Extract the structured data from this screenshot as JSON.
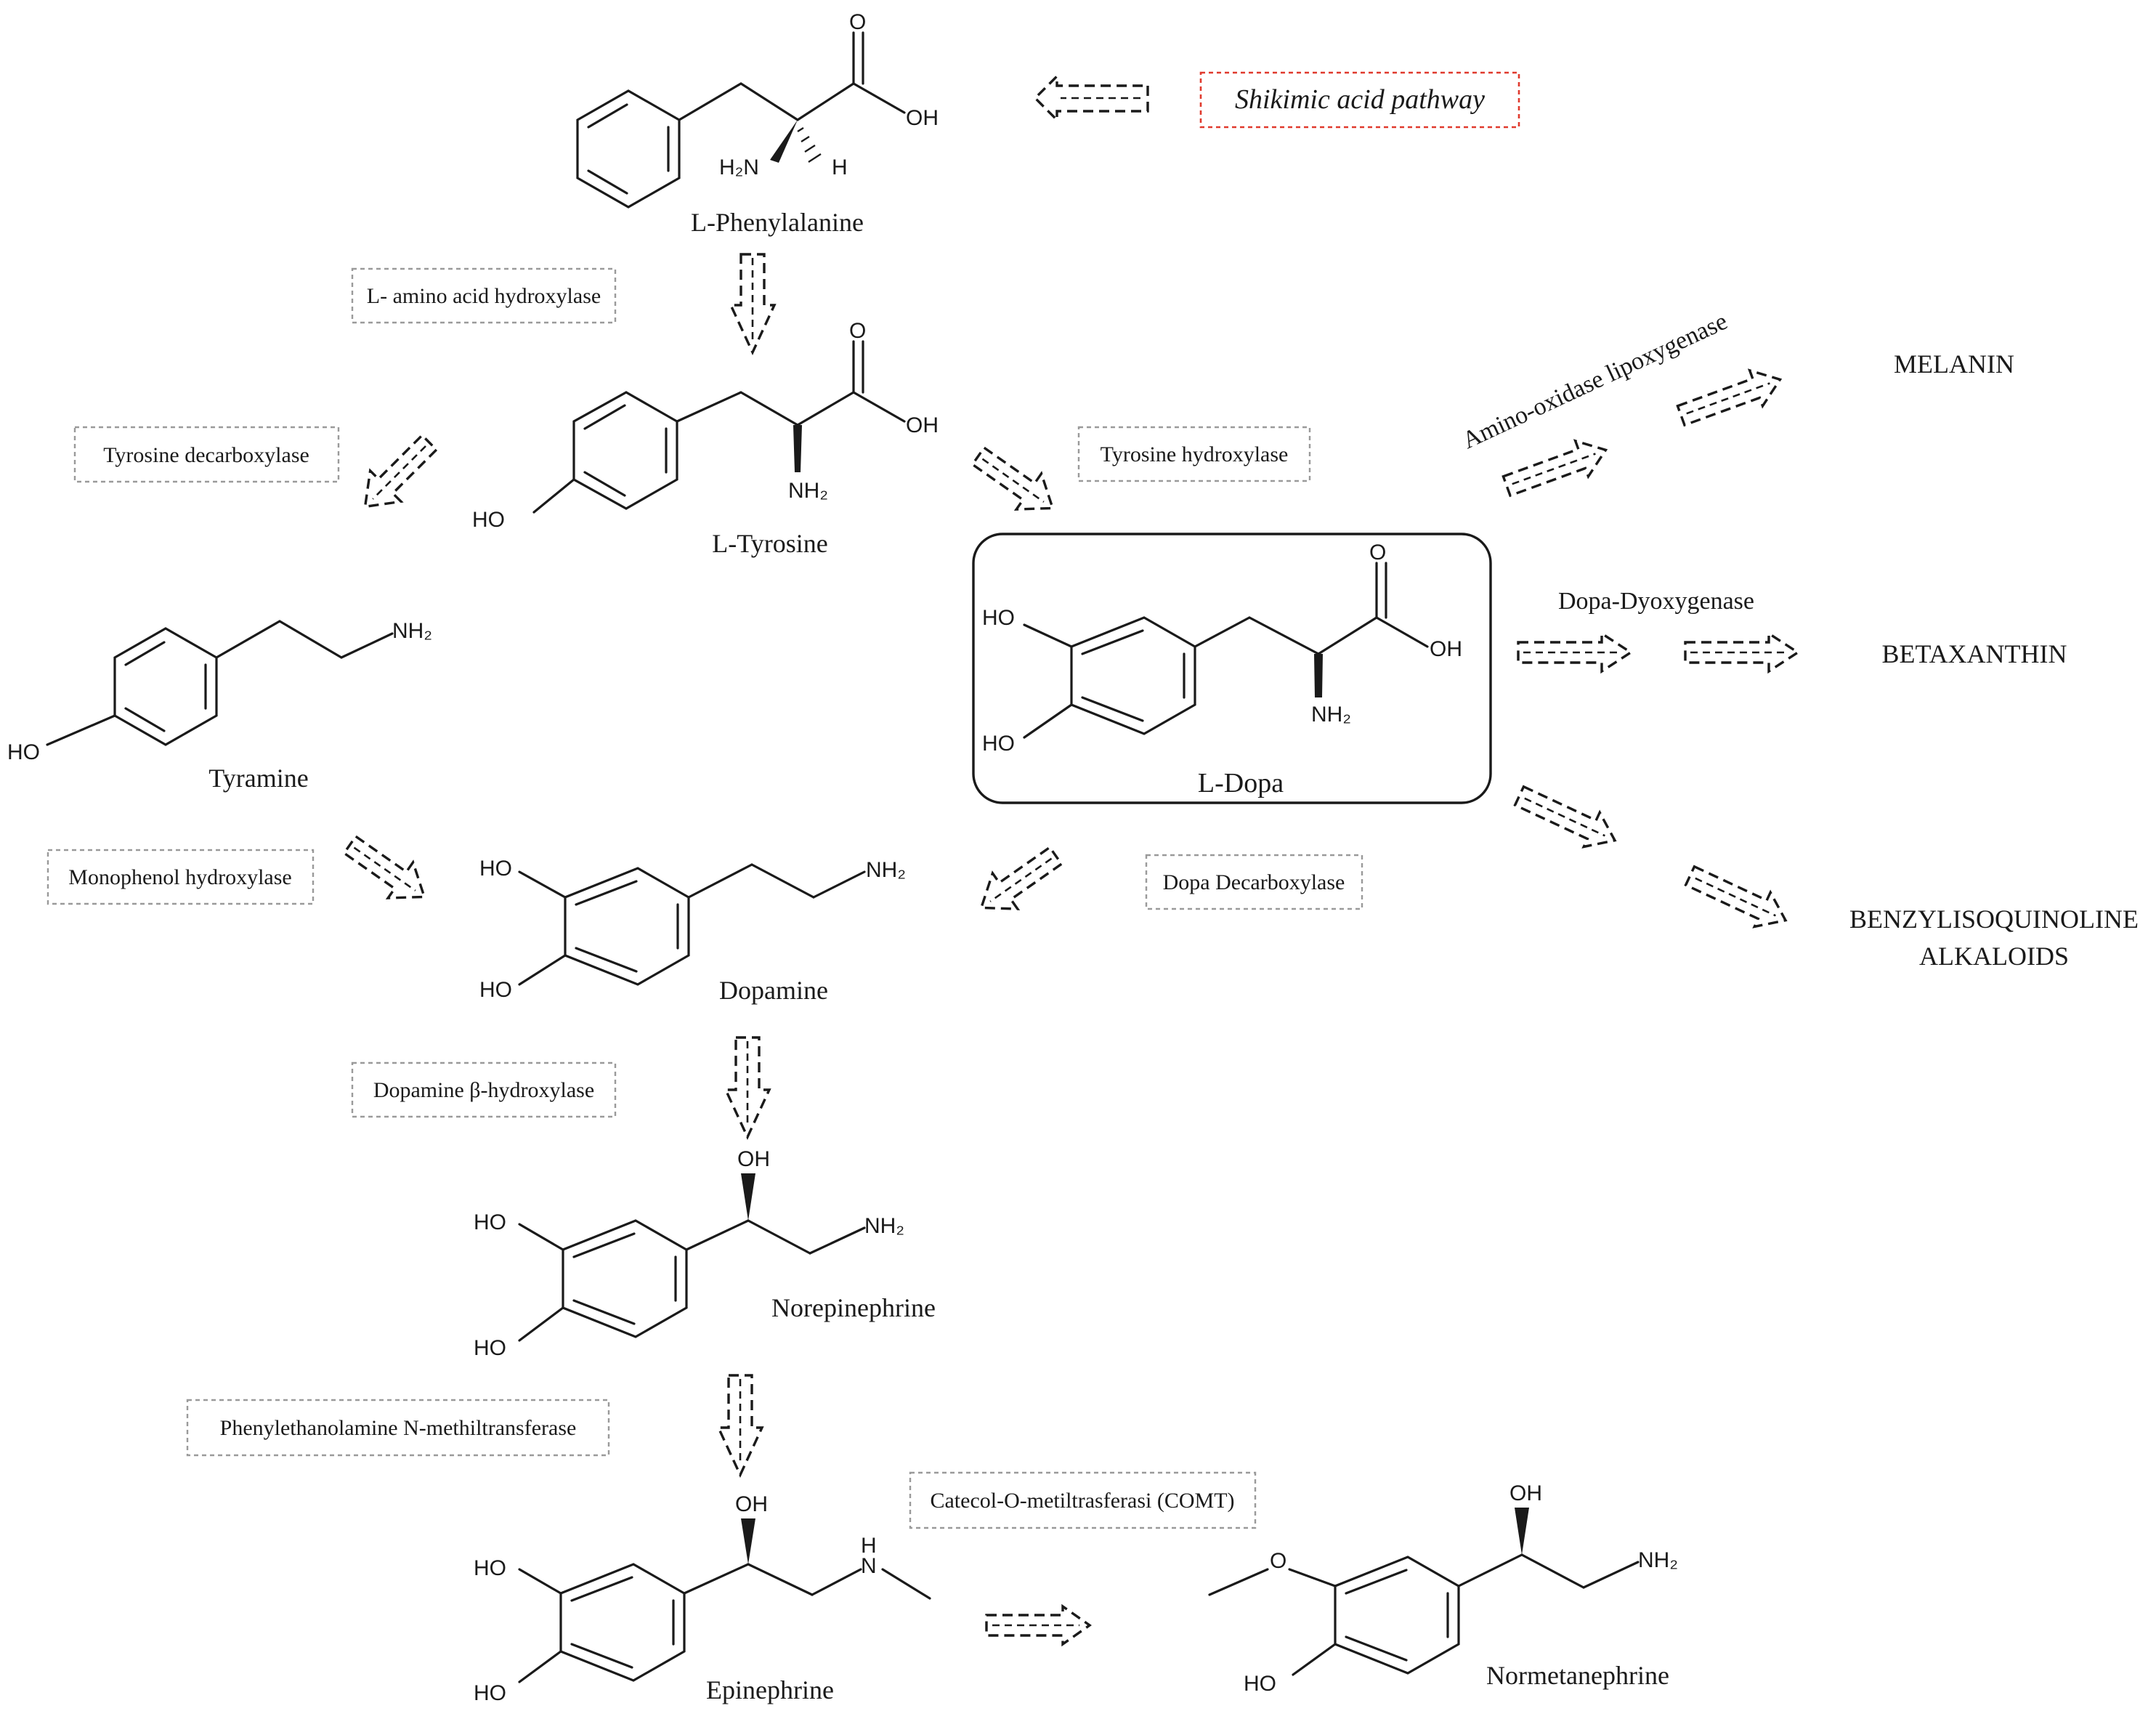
{
  "precursor": {
    "label": "Shikimic acid pathway"
  },
  "compounds": {
    "phenylalanine": "L-Phenylalanine",
    "tyrosine": "L-Tyrosine",
    "ldopa": "L-Dopa",
    "tyramine": "Tyramine",
    "dopamine": "Dopamine",
    "norepinephrine": "Norepinephrine",
    "epinephrine": "Epinephrine",
    "normetanephrine": "Normetanephrine"
  },
  "enzymes": {
    "amino_acid_hydroxylase": "L- amino acid hydroxylase",
    "tyrosine_decarboxylase": "Tyrosine decarboxylase",
    "tyrosine_hydroxylase": "Tyrosine hydroxylase",
    "monophenol_hydroxylase": "Monophenol hydroxylase",
    "dopa_decarboxylase": "Dopa Decarboxylase",
    "dopamine_b_hydroxylase": "Dopamine β-hydroxylase",
    "pnmt": "Phenylethanolamine N-methiltransferase",
    "comt": "Catecol-O-metiltrasferasi (COMT)",
    "amino_oxidase": "Amino-oxidase lipoxygenase",
    "dopa_dioxygenase": "Dopa-Dyoxygenase"
  },
  "products": {
    "melanin": "MELANIN",
    "betaxanthin": "BETAXANTHIN",
    "benzylisoquinoline_1": "BENZYLISOQUINOLINE",
    "benzylisoquinoline_2": "ALKALOIDS"
  },
  "atoms": {
    "O": "O",
    "OH": "OH",
    "HO": "HO",
    "H2N": "H₂N",
    "NH2": "NH₂",
    "H": "H",
    "N": "N"
  }
}
